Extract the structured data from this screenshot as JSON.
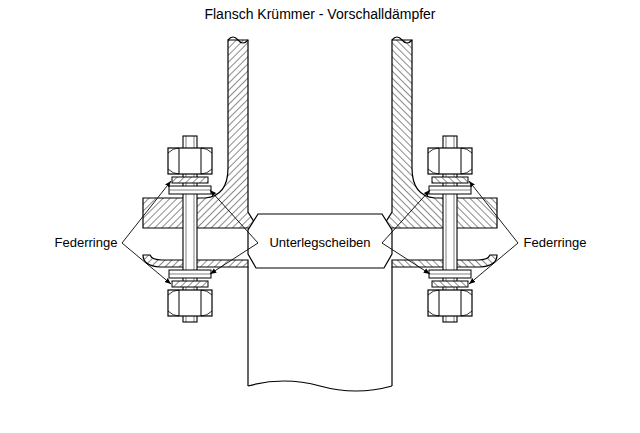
{
  "diagram": {
    "title": "Flansch Krümmer - Vorschalldämpfer",
    "labels": [
      "Federringe",
      "Unterlegscheiben",
      "Federringe"
    ]
  }
}
